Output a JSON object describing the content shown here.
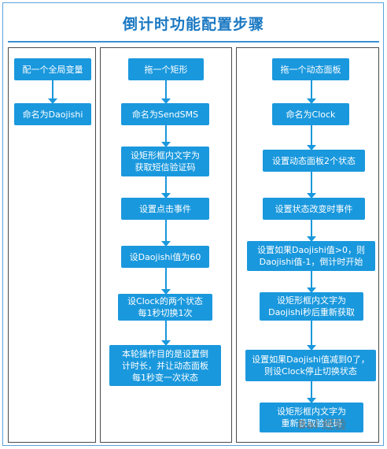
{
  "title": "倒计时功能配置步骤",
  "columns": {
    "global": [
      "配一个全局变量",
      "命名为Daojishi"
    ],
    "rect": [
      "拖一个矩形",
      "命名为SendSMS",
      "设矩形框内文字为\n获取短信验证码",
      "设置点击事件",
      "设Daojishi值为60",
      "设Clock的两个状态\n每1秒切换1次",
      "本轮操作目的是设置倒\n计时长，并让动态面板\n每1秒变一次状态"
    ],
    "panel": [
      "拖一个动态面板",
      "命名为Clock",
      "设置动态面板2个状态",
      "设置状态改变时事件",
      "设置如果Daojishi值>0，则\nDaojishi值-1，倒计时开始",
      "设矩形框内文字为\nDaojishi秒后重新获取",
      "设置如果Daojishi值减到0了，\n则设Clock停止切换状态",
      "设矩形框内文字为\n重新获取验证码"
    ]
  },
  "watermark": "Bai 经验",
  "colors": {
    "box": "#1a98dd",
    "title": "#1a78c2"
  }
}
